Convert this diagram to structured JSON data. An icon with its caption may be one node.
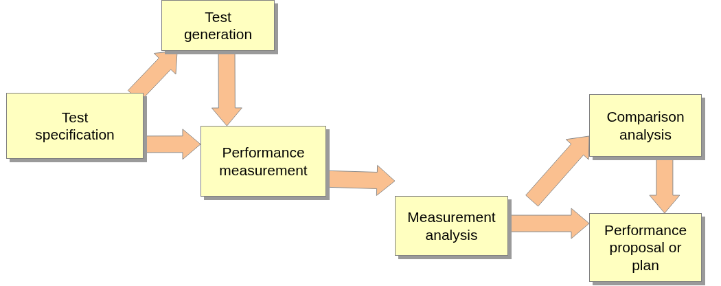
{
  "diagram": {
    "nodes": [
      {
        "text": [
          "Test specification"
        ]
      },
      {
        "text": [
          "Test generation"
        ]
      },
      {
        "text": [
          "Performance measurement"
        ]
      },
      {
        "text": [
          "Measurement analysis"
        ]
      },
      {
        "text": [
          "Comparison analysis"
        ]
      },
      {
        "text": [
          "Performance proposal or plan"
        ]
      }
    ],
    "edges": [
      {
        "from": 0,
        "to": 1,
        "arrow": "to"
      },
      {
        "from": 0,
        "to": 2,
        "arrow": "to"
      },
      {
        "from": 1,
        "to": 2,
        "arrow": "to"
      },
      {
        "from": 2,
        "to": 3,
        "arrow": "to"
      },
      {
        "from": 3,
        "to": 4,
        "arrow": "to"
      },
      {
        "from": 3,
        "to": 5,
        "arrow": "to"
      },
      {
        "from": 4,
        "to": 5,
        "arrow": "to"
      }
    ]
  }
}
